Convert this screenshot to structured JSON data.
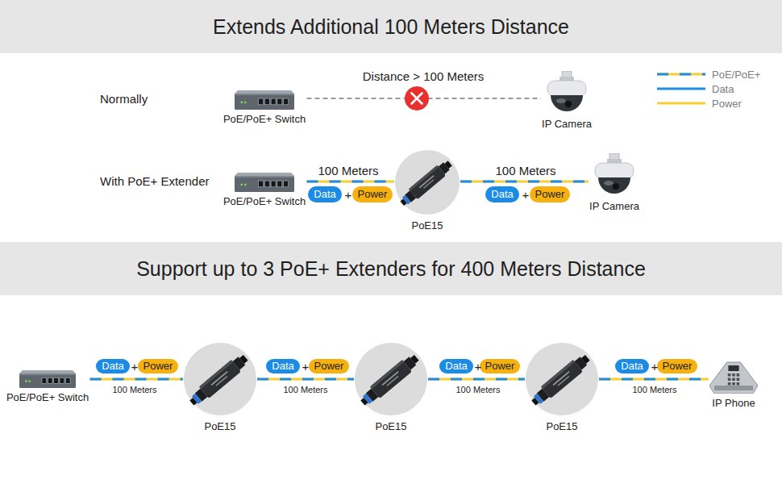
{
  "diagram": {
    "nodes": [
      {
        "text": [
          "Extends Additional 100 Meters Distance"
        ]
      },
      {
        "text": [
          "PoE/PoE+ Switch"
        ]
      },
      {
        "text": [
          "IP Camera"
        ]
      },
      {
        "text": [
          "PoE/PoE+ Switch"
        ]
      },
      {
        "text": [
          "Data"
        ]
      },
      {
        "text": [
          "Power"
        ]
      },
      {
        "text": [
          "PoE15"
        ]
      },
      {
        "text": [
          "Data"
        ]
      },
      {
        "text": [
          "Power"
        ]
      },
      {
        "text": [
          "IP Camera"
        ]
      },
      {
        "text": [
          "Support up to 3 PoE+ Extenders for 400 Meters Distance"
        ]
      },
      {
        "text": [
          "PoE/PoE+ Switch"
        ]
      },
      {
        "text": [
          "Data"
        ]
      },
      {
        "text": [
          "Power"
        ]
      },
      {
        "text": [
          "PoE15"
        ]
      },
      {
        "text": [
          "Data"
        ]
      },
      {
        "text": [
          "Power"
        ]
      },
      {
        "text": [
          "PoE15"
        ]
      },
      {
        "text": [
          "Data"
        ]
      },
      {
        "text": [
          "Power"
        ]
      },
      {
        "text": [
          "PoE15"
        ]
      },
      {
        "text": [
          "Data"
        ]
      },
      {
        "text": [
          "Power"
        ]
      },
      {
        "text": [
          "IP Phone"
        ]
      }
    ],
    "edges": [
      {
        "from": 1,
        "to": 2,
        "arrow": "none",
        "label": "Distance > 100 Meters"
      },
      {
        "from": 3,
        "to": 6,
        "arrow": "none",
        "label": "100 Meters"
      },
      {
        "from": 6,
        "to": 9,
        "arrow": "none",
        "label": "100 Meters"
      },
      {
        "from": 11,
        "to": 14,
        "arrow": "none",
        "label": "100 Meters"
      },
      {
        "from": 14,
        "to": 17,
        "arrow": "none",
        "label": "100 Meters"
      },
      {
        "from": 17,
        "to": 20,
        "arrow": "none",
        "label": "100 Meters"
      },
      {
        "from": 20,
        "to": 23,
        "arrow": "none",
        "label": "100 Meters"
      }
    ],
    "labels": [
      "Normally",
      "With PoE+ Extender",
      "+",
      "+",
      "+",
      "+",
      "+",
      "+"
    ],
    "legend": [
      {
        "text": "PoE/PoE+"
      },
      {
        "text": "Data"
      },
      {
        "text": "Power"
      }
    ]
  }
}
